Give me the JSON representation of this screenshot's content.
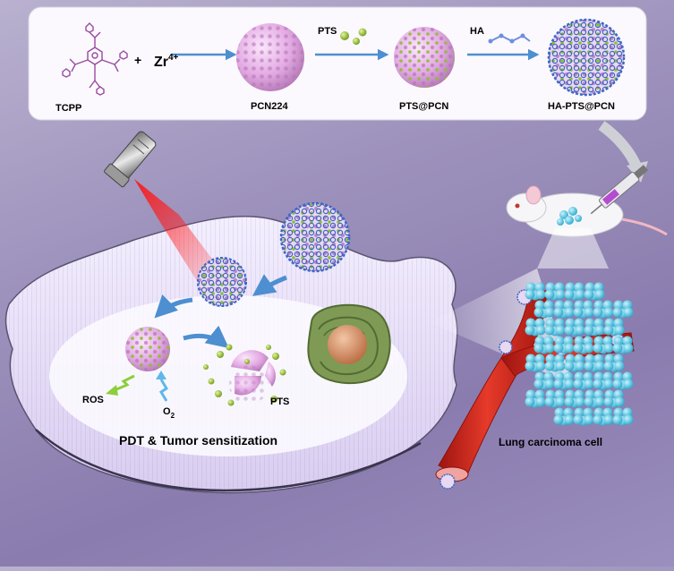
{
  "top_panel": {
    "tcpp": "TCPP",
    "plus": "+",
    "zr": "Zr",
    "zr_charge": "4+",
    "pcn224": "PCN224",
    "pts_arrow": "PTS",
    "pts_pcn": "PTS@PCN",
    "ha_arrow": "HA",
    "ha_pts_pcn": "HA-PTS@PCN"
  },
  "tumor": {
    "ros": "ROS",
    "o2_main": "O",
    "o2_sub": "2",
    "pts": "PTS",
    "caption": "PDT & Tumor sensitization"
  },
  "lung": {
    "caption": "Lung carcinoma cell"
  },
  "colors": {
    "pcn_pink": "#e6b7e6",
    "ha_blue": "#5b7fd1",
    "pts_green": "#8cbf2e",
    "vessel_red": "#d8241c",
    "cell_cyan": "#4fc8e3",
    "arrow_blue": "#4d8fd0"
  }
}
